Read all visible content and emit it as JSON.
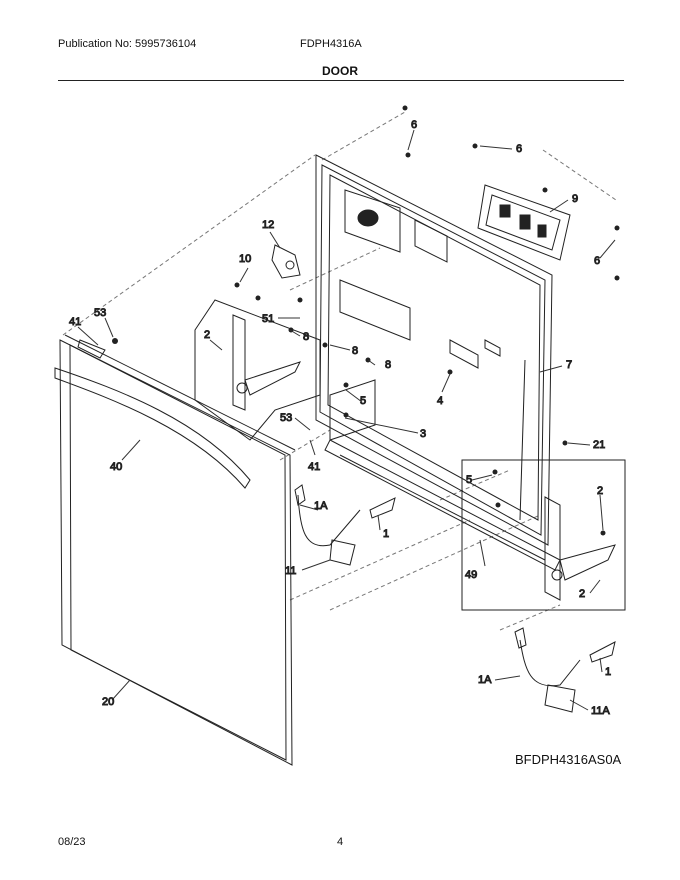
{
  "header": {
    "publication": "Publication No: 5995736104",
    "model": "FDPH4316A",
    "title": "DOOR"
  },
  "footer": {
    "date": "08/23",
    "page": "4"
  },
  "diagram_code": "BFDPH4316AS0A",
  "callouts": [
    "6",
    "6",
    "9",
    "12",
    "10",
    "6",
    "53",
    "41",
    "2",
    "51",
    "8",
    "8",
    "8",
    "7",
    "4",
    "5",
    "3",
    "53",
    "41",
    "40",
    "21",
    "5",
    "2",
    "1A",
    "1",
    "11",
    "49",
    "2",
    "1",
    "1A",
    "11A",
    "20"
  ]
}
